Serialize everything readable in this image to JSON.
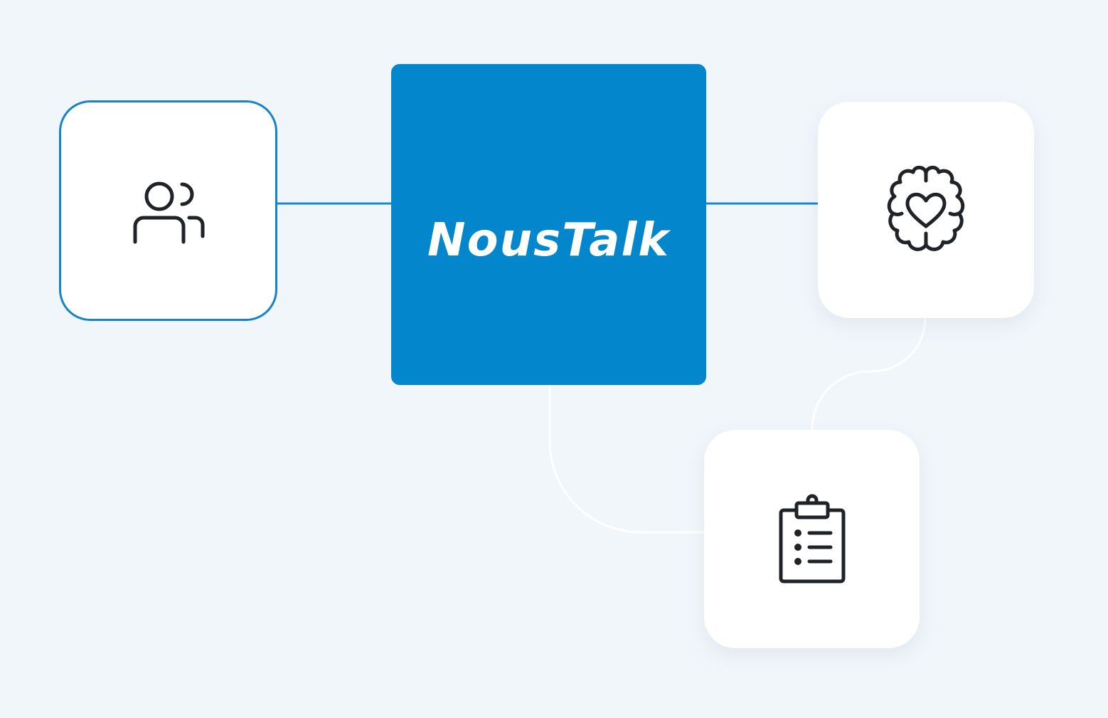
{
  "hub": {
    "title": "NousTalk",
    "color": "#0386cb"
  },
  "nodes": [
    {
      "id": "users",
      "icon": "users-icon",
      "connected_to": "hub",
      "highlight_color": "#1483cc"
    },
    {
      "id": "brain",
      "icon": "brain-heart-icon",
      "connected_to": "hub"
    },
    {
      "id": "clipboard",
      "icon": "clipboard-list-icon",
      "connected_to": [
        "hub",
        "brain"
      ]
    }
  ],
  "colors": {
    "background": "#f1f6fb",
    "card": "#ffffff",
    "connector_blue": "#1a86cc",
    "connector_white": "#ffffff",
    "icon_stroke": "#1f2328"
  }
}
